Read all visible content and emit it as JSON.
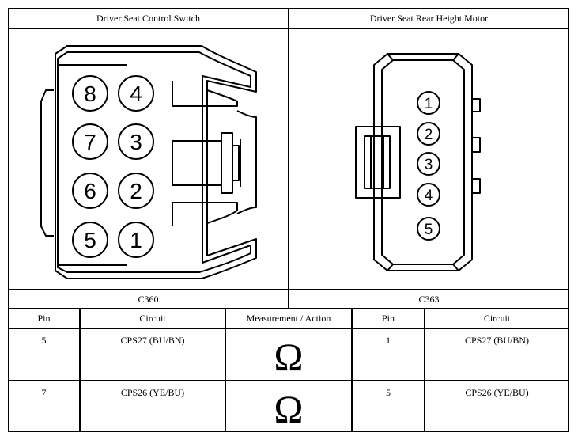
{
  "connectors": [
    {
      "title": "Driver Seat Control Switch",
      "id": "C360",
      "pins": [
        "8",
        "4",
        "7",
        "3",
        "6",
        "2",
        "5",
        "1"
      ]
    },
    {
      "title": "Driver Seat Rear Height Motor",
      "id": "C363",
      "pins": [
        "1",
        "2",
        "3",
        "4",
        "5"
      ]
    }
  ],
  "table": {
    "headers": [
      "Pin",
      "Circuit",
      "Measurement / Action",
      "Pin",
      "Circuit"
    ],
    "rows": [
      {
        "pin_a": "5",
        "circuit_a": "CPS27 (BU/BN)",
        "action": "Ω",
        "pin_b": "1",
        "circuit_b": "CPS27 (BU/BN)"
      },
      {
        "pin_a": "7",
        "circuit_a": "CPS26 (YE/BU)",
        "action": "Ω",
        "pin_b": "5",
        "circuit_b": "CPS26 (YE/BU)"
      }
    ]
  }
}
